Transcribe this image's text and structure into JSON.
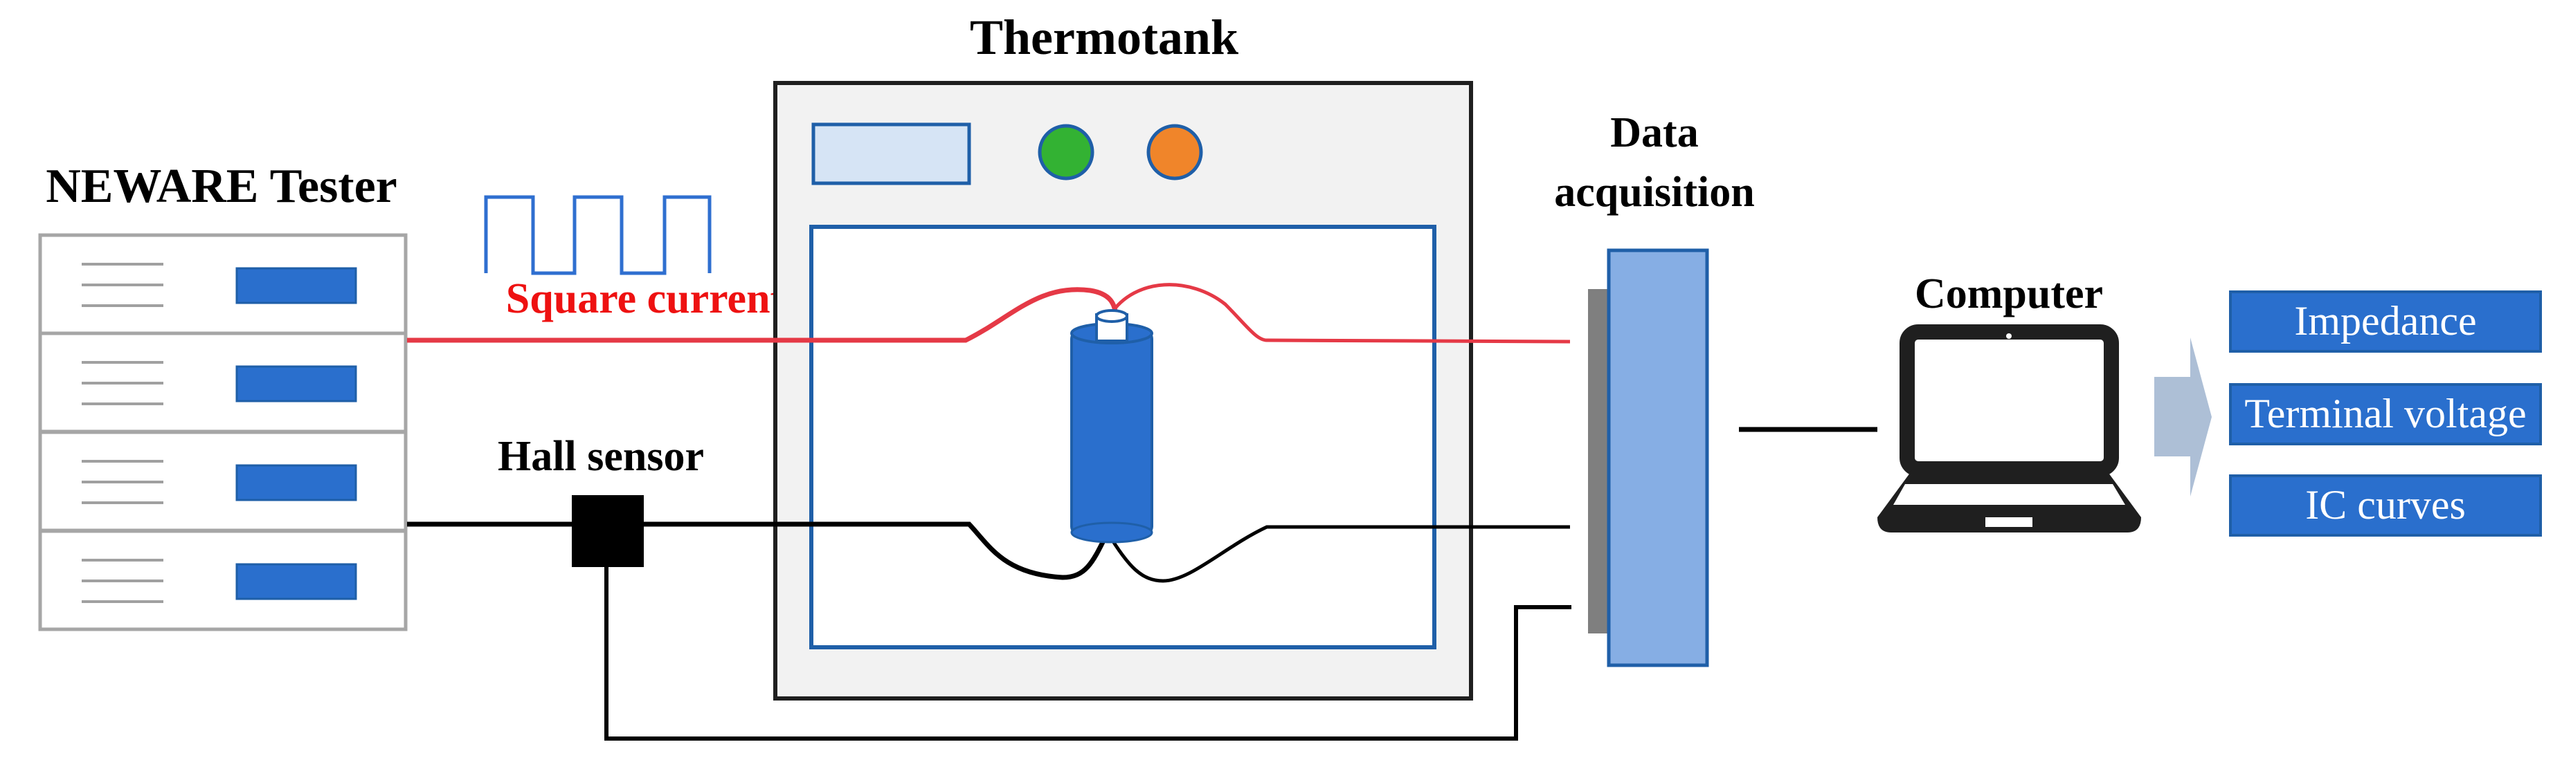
{
  "labels": {
    "neware_tester": "NEWARE Tester",
    "thermotank": "Thermotank",
    "square_current": "Square current",
    "hall_sensor": "Hall sensor",
    "data_acquisition_line1": "Data",
    "data_acquisition_line2": "acquisition",
    "computer": "Computer"
  },
  "outputs": [
    "Impedance",
    "Terminal voltage",
    "IC curves"
  ],
  "colors": {
    "current_wire": "#e53946",
    "square_current_label": "#ee1111",
    "square_wave": "#2f6fd0",
    "tank_frame": "#1f1f1f",
    "tank_fill": "#f2f2f2",
    "inner_frame": "#1f5fa8",
    "control_panel": "#d6e4f5",
    "green_indicator": "#33b233",
    "orange_indicator": "#f0852a",
    "battery_body": "#2a6fcd",
    "tester_border": "#a6a6a6",
    "tester_slot": "#2a6fcd",
    "daq_body": "#86aee4",
    "daq_back": "#7f7f7f",
    "output_box": "#2a6fcd",
    "arrow": "#adbfd6",
    "laptop": "#1f1f1f",
    "wire_black": "#000000"
  }
}
